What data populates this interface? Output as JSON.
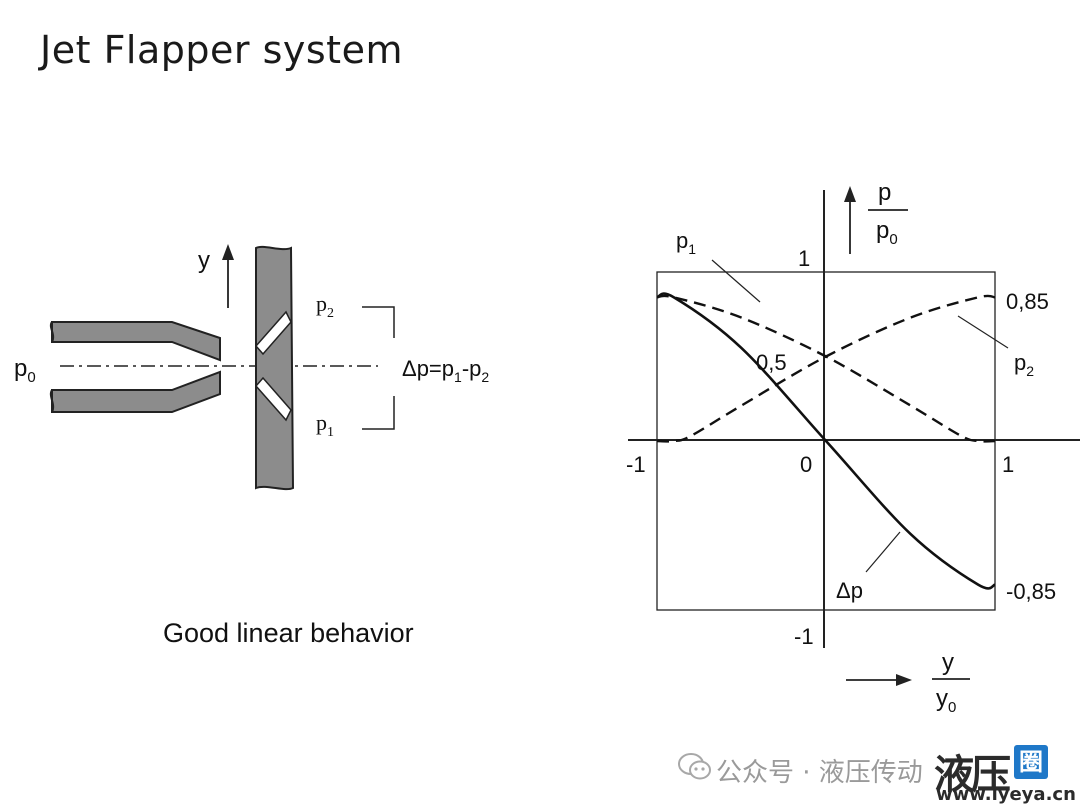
{
  "title": "Jet Flapper system",
  "caption": "Good linear behavior",
  "schematic": {
    "inlet_label": "p",
    "inlet_sub": "0",
    "displacement_label": "y",
    "upper_port": "p",
    "upper_port_sub": "2",
    "lower_port": "p",
    "lower_port_sub": "1",
    "delta_p": "Δp=p",
    "delta_p_sub1": "1",
    "delta_p_minus": "-p",
    "delta_p_sub2": "2"
  },
  "chart": {
    "y_axis_num": "p",
    "y_axis_den": "p",
    "y_axis_den_sub": "0",
    "x_axis_num": "y",
    "x_axis_den": "y",
    "x_axis_den_sub": "0",
    "tick_x_neg": "-1",
    "tick_x_zero": "0",
    "tick_x_pos": "1",
    "tick_y_pos": "1",
    "tick_y_neg": "-1",
    "label_mid": "0,5",
    "label_high": "0,85",
    "label_low": "-0,85",
    "label_p1": "p",
    "label_p1_sub": "1",
    "label_p2": "p",
    "label_p2_sub": "2",
    "label_dp": "Δp"
  },
  "chart_data": {
    "type": "line",
    "xlim": [
      -1,
      1
    ],
    "ylim": [
      -1,
      1
    ],
    "series": [
      {
        "name": "p1",
        "style": "dashed",
        "x": [
          -1,
          -0.9,
          -0.5,
          0,
          0.5,
          0.8,
          0.9,
          1
        ],
        "y": [
          0.85,
          0.85,
          0.73,
          0.5,
          0.21,
          0.03,
          0,
          0
        ]
      },
      {
        "name": "p2",
        "style": "dashed",
        "x": [
          -1,
          -0.9,
          -0.8,
          -0.5,
          0,
          0.5,
          0.9,
          1
        ],
        "y": [
          0,
          0,
          0.03,
          0.21,
          0.5,
          0.73,
          0.85,
          0.85
        ]
      },
      {
        "name": "Δp",
        "style": "solid",
        "x": [
          -1,
          -0.9,
          -0.5,
          0,
          0.5,
          0.9,
          1
        ],
        "y": [
          0.85,
          0.85,
          0.55,
          0,
          -0.55,
          -0.85,
          -0.85
        ]
      }
    ]
  },
  "watermark": {
    "account": "公众号 · 液压传动",
    "logo_big": "液压",
    "logo_box": "圈",
    "url": "www.iyeya.cn"
  }
}
